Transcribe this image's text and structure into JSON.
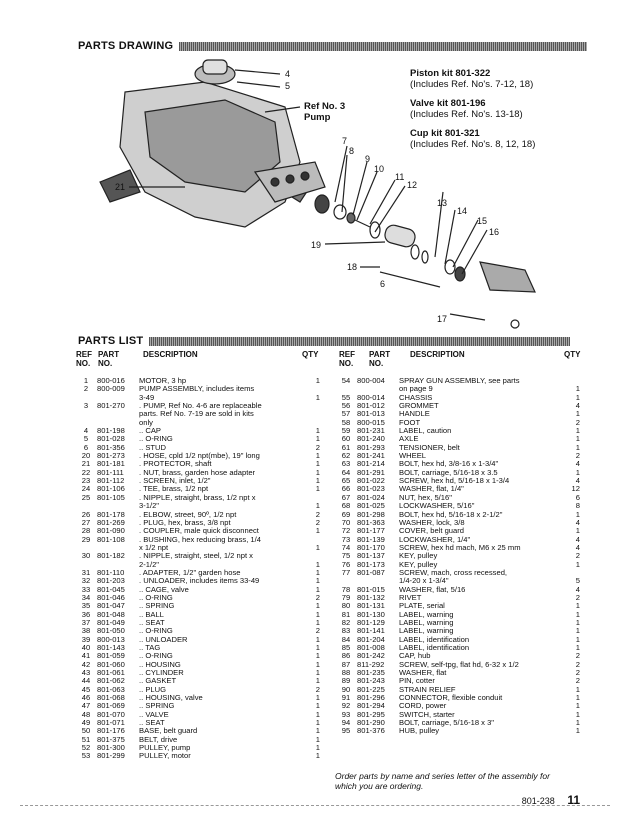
{
  "sections": {
    "drawing_title": "PARTS DRAWING",
    "list_title": "PARTS LIST"
  },
  "kits": [
    {
      "title": "Piston kit 801-322",
      "refs": "(Includes Ref. No's. 7-12, 18)"
    },
    {
      "title": "Valve kit 801-196",
      "refs": "(Includes Ref. No's. 13-18)"
    },
    {
      "title": "Cup kit 801-321",
      "refs": "(Includes Ref. No's. 8, 12, 18)"
    }
  ],
  "ref_note": {
    "line1": "Ref No. 3",
    "line2": "Pump"
  },
  "callouts": [
    "4",
    "5",
    "7",
    "8",
    "9",
    "10",
    "11",
    "12",
    "13",
    "14",
    "15",
    "16",
    "17",
    "18",
    "19",
    "21",
    "6"
  ],
  "table_headers": {
    "ref1": "REF",
    "ref2": "NO.",
    "part1": "PART",
    "part2": "NO.",
    "desc": "DESCRIPTION",
    "qty": "QTY"
  },
  "left_rows": [
    [
      "1",
      "800-016",
      "MOTOR, 3 hp",
      "1"
    ],
    [
      "2",
      "800-009",
      "PUMP ASSEMBLY, includes items",
      ""
    ],
    [
      "",
      "",
      "3-49",
      "1"
    ],
    [
      "3",
      "801-270",
      ". PUMP, Ref No. 4-6 are replaceable",
      ""
    ],
    [
      "",
      "",
      "parts. Ref No. 7-19 are sold in kits",
      ""
    ],
    [
      "",
      "",
      "only",
      ""
    ],
    [
      "4",
      "801-198",
      ".. CAP",
      "1"
    ],
    [
      "5",
      "801-028",
      ".. O-RING",
      "1"
    ],
    [
      "6",
      "801-356",
      ".. STUD",
      "2"
    ],
    [
      "20",
      "801-273",
      ". HOSE, cpld 1/2 npt(mbe), 19\" long",
      "1"
    ],
    [
      "21",
      "801-181",
      ". PROTECTOR, shaft",
      "1"
    ],
    [
      "22",
      "801-111",
      ". NUT, brass, garden hose adapter",
      "1"
    ],
    [
      "23",
      "801-112",
      ". SCREEN, inlet, 1/2\"",
      "1"
    ],
    [
      "24",
      "801-106",
      ". TEE, brass, 1/2 npt",
      "1"
    ],
    [
      "25",
      "801-105",
      ". NIPPLE, straight, brass, 1/2 npt x",
      ""
    ],
    [
      "",
      "",
      "3-1/2\"",
      "1"
    ],
    [
      "26",
      "801-178",
      ". ELBOW, street, 90º, 1/2 npt",
      "2"
    ],
    [
      "27",
      "801-269",
      ". PLUG, hex, brass, 3/8 npt",
      "2"
    ],
    [
      "28",
      "801-090",
      ". COUPLER, male quick disconnect",
      "1"
    ],
    [
      "29",
      "801-108",
      ". BUSHING, hex reducing brass, 1/4",
      ""
    ],
    [
      "",
      "",
      "x 1/2 npt",
      "1"
    ],
    [
      "30",
      "801-182",
      ". NIPPLE, straight, steel, 1/2 npt x",
      ""
    ],
    [
      "",
      "",
      "2-1/2\"",
      "1"
    ],
    [
      "31",
      "801-110",
      ". ADAPTER, 1/2\" garden hose",
      "1"
    ],
    [
      "32",
      "801-203",
      ". UNLOADER, includes items 33-49",
      "1"
    ],
    [
      "33",
      "801-045",
      ".. CAGE, valve",
      "1"
    ],
    [
      "34",
      "801-046",
      ".. O-RING",
      "2"
    ],
    [
      "35",
      "801-047",
      ".. SPRING",
      "1"
    ],
    [
      "36",
      "801-048",
      ".. BALL",
      "1"
    ],
    [
      "37",
      "801-049",
      ".. SEAT",
      "1"
    ],
    [
      "38",
      "801-050",
      ".. O-RING",
      "2"
    ],
    [
      "39",
      "800-013",
      ".. UNLOADER",
      "1"
    ],
    [
      "40",
      "801-143",
      ".. TAG",
      "1"
    ],
    [
      "41",
      "801-059",
      ".. O-RING",
      "1"
    ],
    [
      "42",
      "801-060",
      ".. HOUSING",
      "1"
    ],
    [
      "43",
      "801-061",
      ".. CYLINDER",
      "1"
    ],
    [
      "44",
      "801-062",
      ".. GASKET",
      "1"
    ],
    [
      "45",
      "801-063",
      ".. PLUG",
      "2"
    ],
    [
      "46",
      "801-068",
      ".. HOUSING, valve",
      "1"
    ],
    [
      "47",
      "801-069",
      ".. SPRING",
      "1"
    ],
    [
      "48",
      "801-070",
      ".. VALVE",
      "1"
    ],
    [
      "49",
      "801-071",
      ".. SEAT",
      "1"
    ],
    [
      "50",
      "801-176",
      "BASE, belt guard",
      "1"
    ],
    [
      "51",
      "801-375",
      "BELT, drive",
      "1"
    ],
    [
      "52",
      "801-300",
      "PULLEY, pump",
      "1"
    ],
    [
      "53",
      "801-299",
      "PULLEY, motor",
      "1"
    ]
  ],
  "right_rows": [
    [
      "54",
      "800-004",
      "SPRAY GUN ASSEMBLY, see parts",
      ""
    ],
    [
      "",
      "",
      "on page 9",
      "1"
    ],
    [
      "55",
      "800-014",
      "CHASSIS",
      "1"
    ],
    [
      "56",
      "801-012",
      "GROMMET",
      "4"
    ],
    [
      "57",
      "801-013",
      "HANDLE",
      "1"
    ],
    [
      "58",
      "800-015",
      "FOOT",
      "2"
    ],
    [
      "59",
      "801-231",
      "LABEL, caution",
      "1"
    ],
    [
      "60",
      "801-240",
      "AXLE",
      "1"
    ],
    [
      "61",
      "801-293",
      "TENSIONER, belt",
      "1"
    ],
    [
      "62",
      "801-241",
      "WHEEL",
      "2"
    ],
    [
      "63",
      "801-214",
      "BOLT, hex hd, 3/8-16 x 1-3/4\"",
      "4"
    ],
    [
      "64",
      "801-291",
      "BOLT, carriage, 5/16-18 x 3.5",
      "1"
    ],
    [
      "65",
      "801-022",
      "SCREW, hex hd, 5/16-18 x 1-3/4",
      "4"
    ],
    [
      "66",
      "801-023",
      "WASHER, flat, 1/4\"",
      "12"
    ],
    [
      "67",
      "801-024",
      "NUT, hex, 5/16\"",
      "6"
    ],
    [
      "68",
      "801-025",
      "LOCKWASHER, 5/16\"",
      "8"
    ],
    [
      "69",
      "801-298",
      "BOLT, hex hd, 5/16-18 x 2-1/2\"",
      "1"
    ],
    [
      "70",
      "801-363",
      "WASHER, lock, 3/8",
      "4"
    ],
    [
      "72",
      "801-177",
      "COVER, belt guard",
      "1"
    ],
    [
      "73",
      "801-139",
      "LOCKWASHER, 1/4\"",
      "4"
    ],
    [
      "74",
      "801-170",
      "SCREW, hex hd mach, M6 x 25 mm",
      "4"
    ],
    [
      "75",
      "801-137",
      "KEY, pulley",
      "2"
    ],
    [
      "76",
      "801-173",
      "KEY, pulley",
      "1"
    ],
    [
      "77",
      "801-087",
      "SCREW, mach, cross recessed,",
      ""
    ],
    [
      "",
      "",
      "1/4-20 x 1-3/4\"",
      "5"
    ],
    [
      "78",
      "801-015",
      "WASHER, flat, 5/16",
      "4"
    ],
    [
      "79",
      "801-132",
      "RIVET",
      "2"
    ],
    [
      "80",
      "801-131",
      "PLATE, serial",
      "1"
    ],
    [
      "81",
      "801-130",
      "LABEL, warning",
      "1"
    ],
    [
      "82",
      "801-129",
      "LABEL, warning",
      "1"
    ],
    [
      "83",
      "801-141",
      "LABEL, warning",
      "1"
    ],
    [
      "84",
      "801-204",
      "LABEL, identification",
      "1"
    ],
    [
      "85",
      "801-008",
      "LABEL, identification",
      "1"
    ],
    [
      "86",
      "801-242",
      "CAP, hub",
      "2"
    ],
    [
      "87",
      "811-292",
      "SCREW, self-tpg, flat hd, 6-32 x 1/2",
      "2"
    ],
    [
      "88",
      "801-235",
      "WASHER, flat",
      "2"
    ],
    [
      "89",
      "801-243",
      "PIN, cotter",
      "2"
    ],
    [
      "90",
      "801-225",
      "STRAIN RELIEF",
      "1"
    ],
    [
      "91",
      "801-296",
      "CONNECTOR, flexible conduit",
      "1"
    ],
    [
      "92",
      "801-294",
      "CORD, power",
      "1"
    ],
    [
      "93",
      "801-295",
      "SWITCH, starter",
      "1"
    ],
    [
      "94",
      "801-290",
      "BOLT, carriage, 5/16-18 x 3\"",
      "1"
    ],
    [
      "95",
      "801-376",
      "HUB, pulley",
      "1"
    ]
  ],
  "footnote": {
    "line1": "Order parts by name and series letter of the assembly for",
    "line2": "which you are ordering."
  },
  "footer": {
    "code": "801-238",
    "page": "11"
  }
}
